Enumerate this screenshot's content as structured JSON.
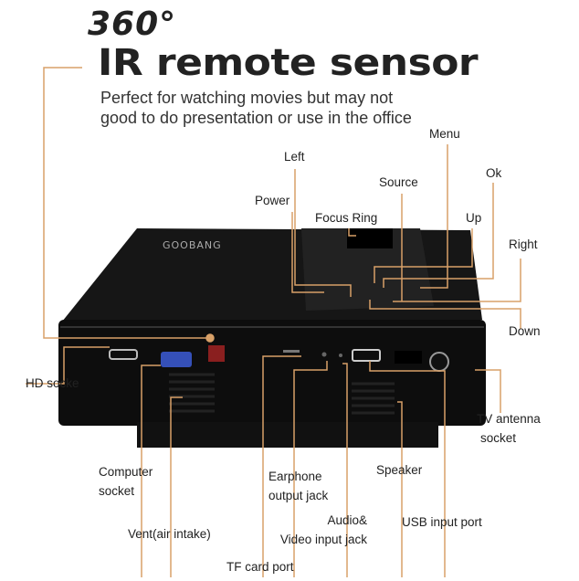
{
  "header": {
    "degrees": "360°",
    "title": "IR remote sensor",
    "subtitle_line1": "Perfect for watching movies but may not",
    "subtitle_line2": "good to do presentation or use in the office"
  },
  "brand": "GOOBANG",
  "labels": {
    "menu": "Menu",
    "left": "Left",
    "ok": "Ok",
    "source": "Source",
    "power": "Power",
    "focus_ring": "Focus Ring",
    "up": "Up",
    "right": "Right",
    "down": "Down",
    "hd_socket": "HD socke",
    "tv_antenna_1": "TV antenna",
    "tv_antenna_2": "socket",
    "computer_1": "Computer",
    "computer_2": "socket",
    "earphone_1": "Earphone",
    "earphone_2": "output jack",
    "speaker": "Speaker",
    "audio_video_1": "Audio&",
    "audio_video_2": "Video input jack",
    "usb": "USB input port",
    "vent": "Vent(air intake)",
    "tf_card": "TF card port"
  },
  "colors": {
    "leader": "#d8a068",
    "body": "#111111"
  }
}
